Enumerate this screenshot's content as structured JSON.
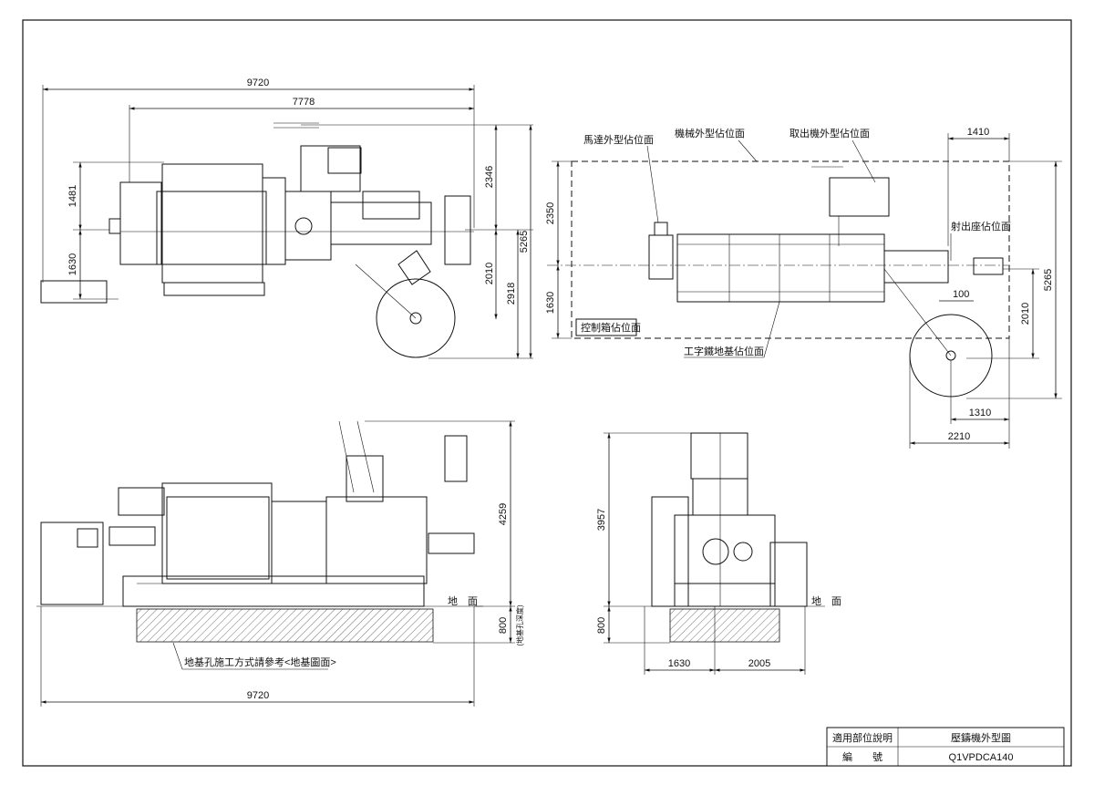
{
  "plan_view": {
    "dims": {
      "overall_length": "9720",
      "frame_length": "7778",
      "upper_width": "1481",
      "lower_width": "1630",
      "right_height_2346": "2346",
      "right_height_5265": "5265",
      "right_height_2010": "2010",
      "right_height_2918": "2918"
    }
  },
  "layout_view": {
    "labels": {
      "motor_space": "馬達外型佔位面",
      "machine_space": "機械外型佔位面",
      "extractor_space": "取出機外型佔位面",
      "shot_base_space": "射出座佔位面",
      "control_box_space": "控制箱佔位面",
      "ibeam_foundation": "工字鐵地基佔位面"
    },
    "dims": {
      "d1410": "1410",
      "d2350": "2350",
      "d1630": "1630",
      "d100": "100",
      "d2010": "2010",
      "d5265": "5265",
      "d1310": "1310",
      "d2210": "2210"
    }
  },
  "front_view": {
    "dims": {
      "height": "4259",
      "pit_depth": "800",
      "length": "9720"
    },
    "labels": {
      "ground": "地　面",
      "pit_depth_note": "(地基孔深度)",
      "foundation_note": "地基孔施工方式請參考<地基圖面>"
    }
  },
  "side_view": {
    "dims": {
      "height": "3957",
      "pit_depth": "800",
      "left": "1630",
      "right": "2005"
    },
    "labels": {
      "ground": "地　面"
    }
  },
  "title_block": {
    "row1_label": "適用部位說明",
    "row1_value": "壓鑄機外型圖",
    "row2_label": "編　　號",
    "row2_value": "Q1VPDCA140"
  }
}
